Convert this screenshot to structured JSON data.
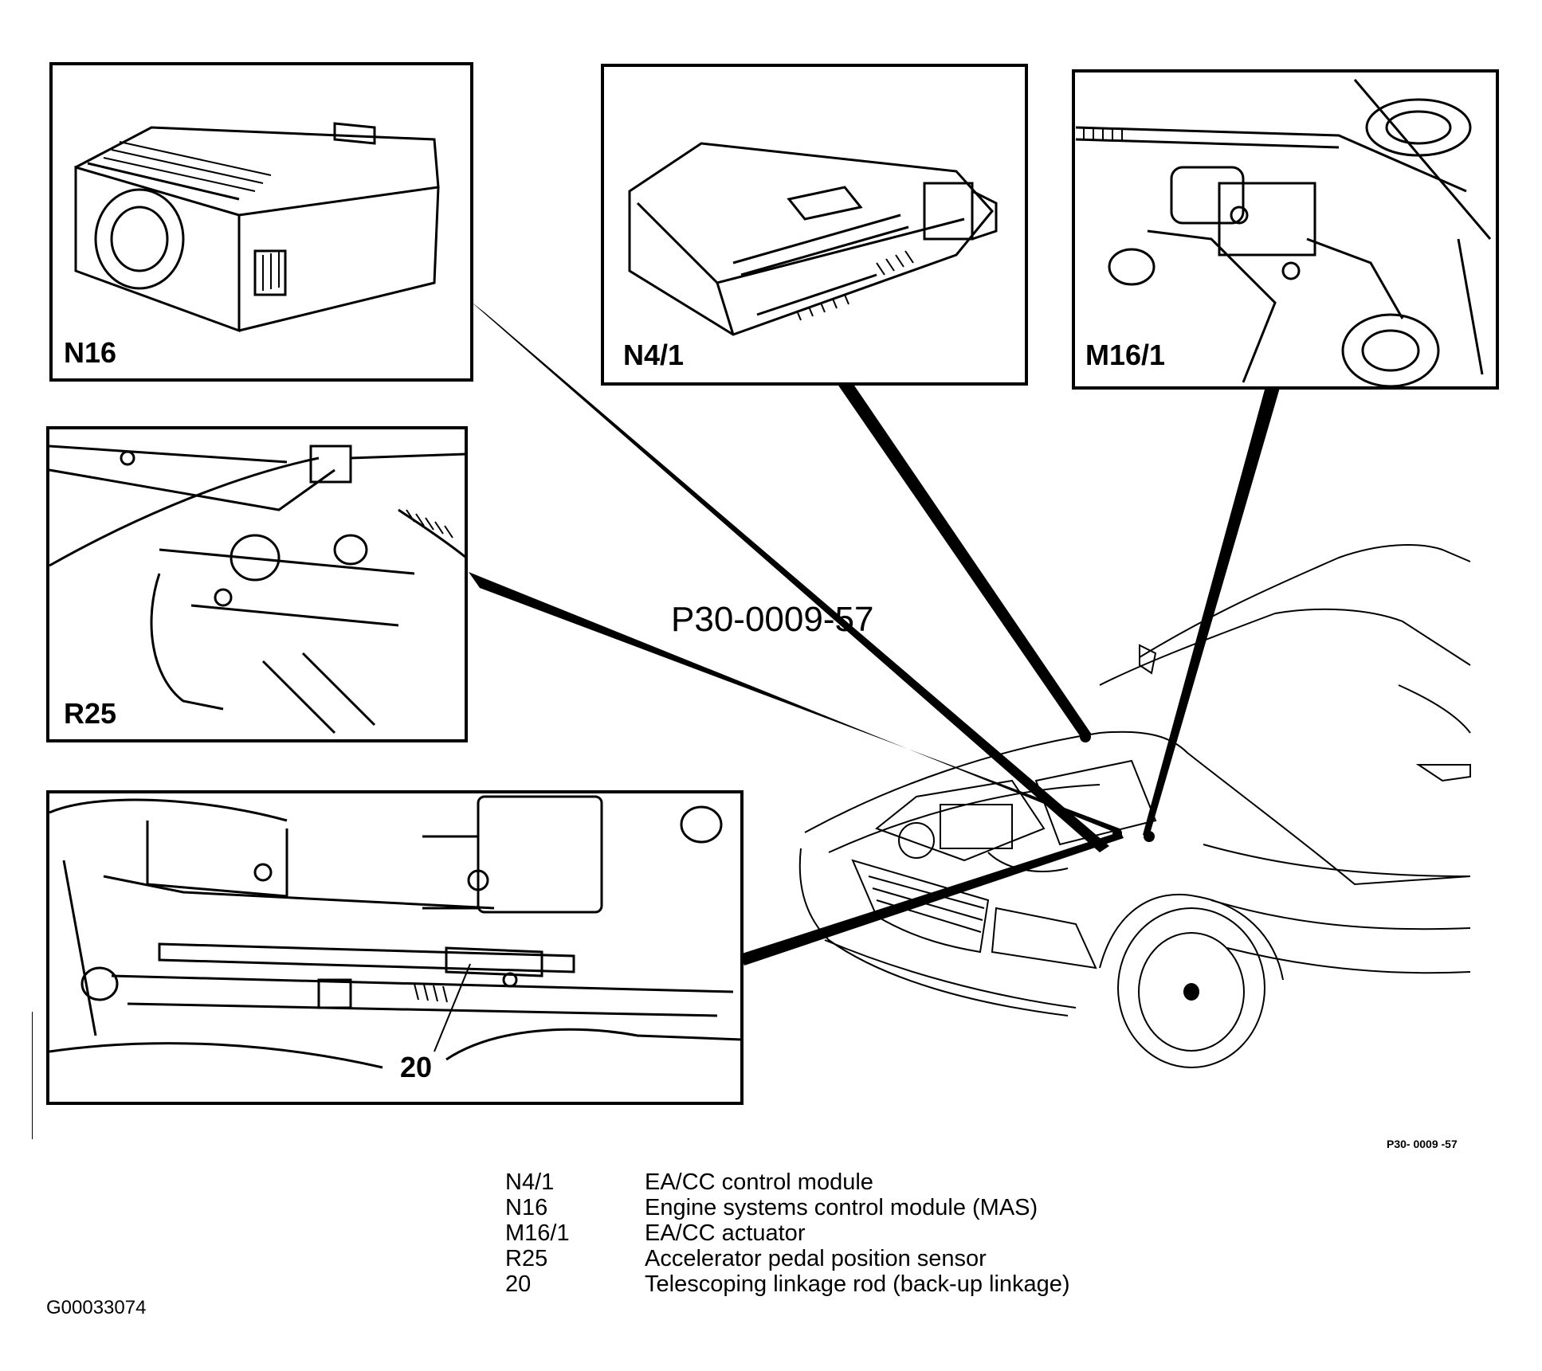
{
  "figure": {
    "reference_number": "P30-0009-57",
    "small_figure_code": "P30- 0009 -57",
    "document_id": "G00033074"
  },
  "insets": [
    {
      "code": "N16",
      "label": "N16"
    },
    {
      "code": "N4/1",
      "label": "N4/1"
    },
    {
      "code": "M16/1",
      "label": "M16/1"
    },
    {
      "code": "R25",
      "label": "R25"
    },
    {
      "code": "20",
      "label": "20"
    }
  ],
  "legend": [
    {
      "code": "N4/1",
      "description": "EA/CC control module"
    },
    {
      "code": "N16",
      "description": "Engine systems control module (MAS)"
    },
    {
      "code": "M16/1",
      "description": "EA/CC actuator"
    },
    {
      "code": "R25",
      "description": "Accelerator pedal position sensor"
    },
    {
      "code": "20",
      "description": "Telescoping linkage rod (back-up linkage)"
    }
  ]
}
